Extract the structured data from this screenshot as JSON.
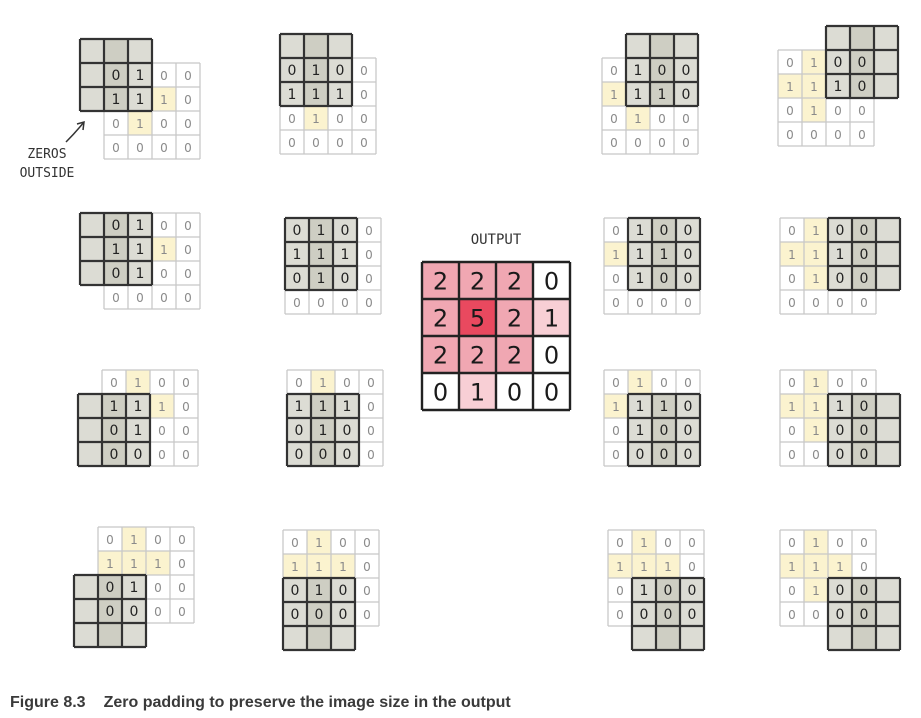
{
  "figure": {
    "caption_number": "Figure 8.3",
    "caption_text": "Zero padding to preserve the image size in the output"
  },
  "annotation": {
    "line1": "ZEROS",
    "line2": "OUTSIDE"
  },
  "output": {
    "label": "OUTPUT",
    "values": [
      [
        2,
        2,
        2,
        0
      ],
      [
        2,
        5,
        2,
        1
      ],
      [
        2,
        2,
        2,
        0
      ],
      [
        0,
        1,
        0,
        0
      ]
    ]
  },
  "image": {
    "values": [
      [
        0,
        1,
        0,
        0
      ],
      [
        1,
        1,
        1,
        0
      ],
      [
        0,
        1,
        0,
        0
      ],
      [
        0,
        0,
        0,
        0
      ]
    ]
  },
  "colors": {
    "kernel_fill": "#d6d6cc",
    "image_highlight": "#fbf3cf",
    "grid_light": "#c8c8c8",
    "grid_dark": "#333333",
    "output_low": "#f8cfd5",
    "output_mid": "#f0a7b2",
    "output_high": "#e9495f"
  }
}
